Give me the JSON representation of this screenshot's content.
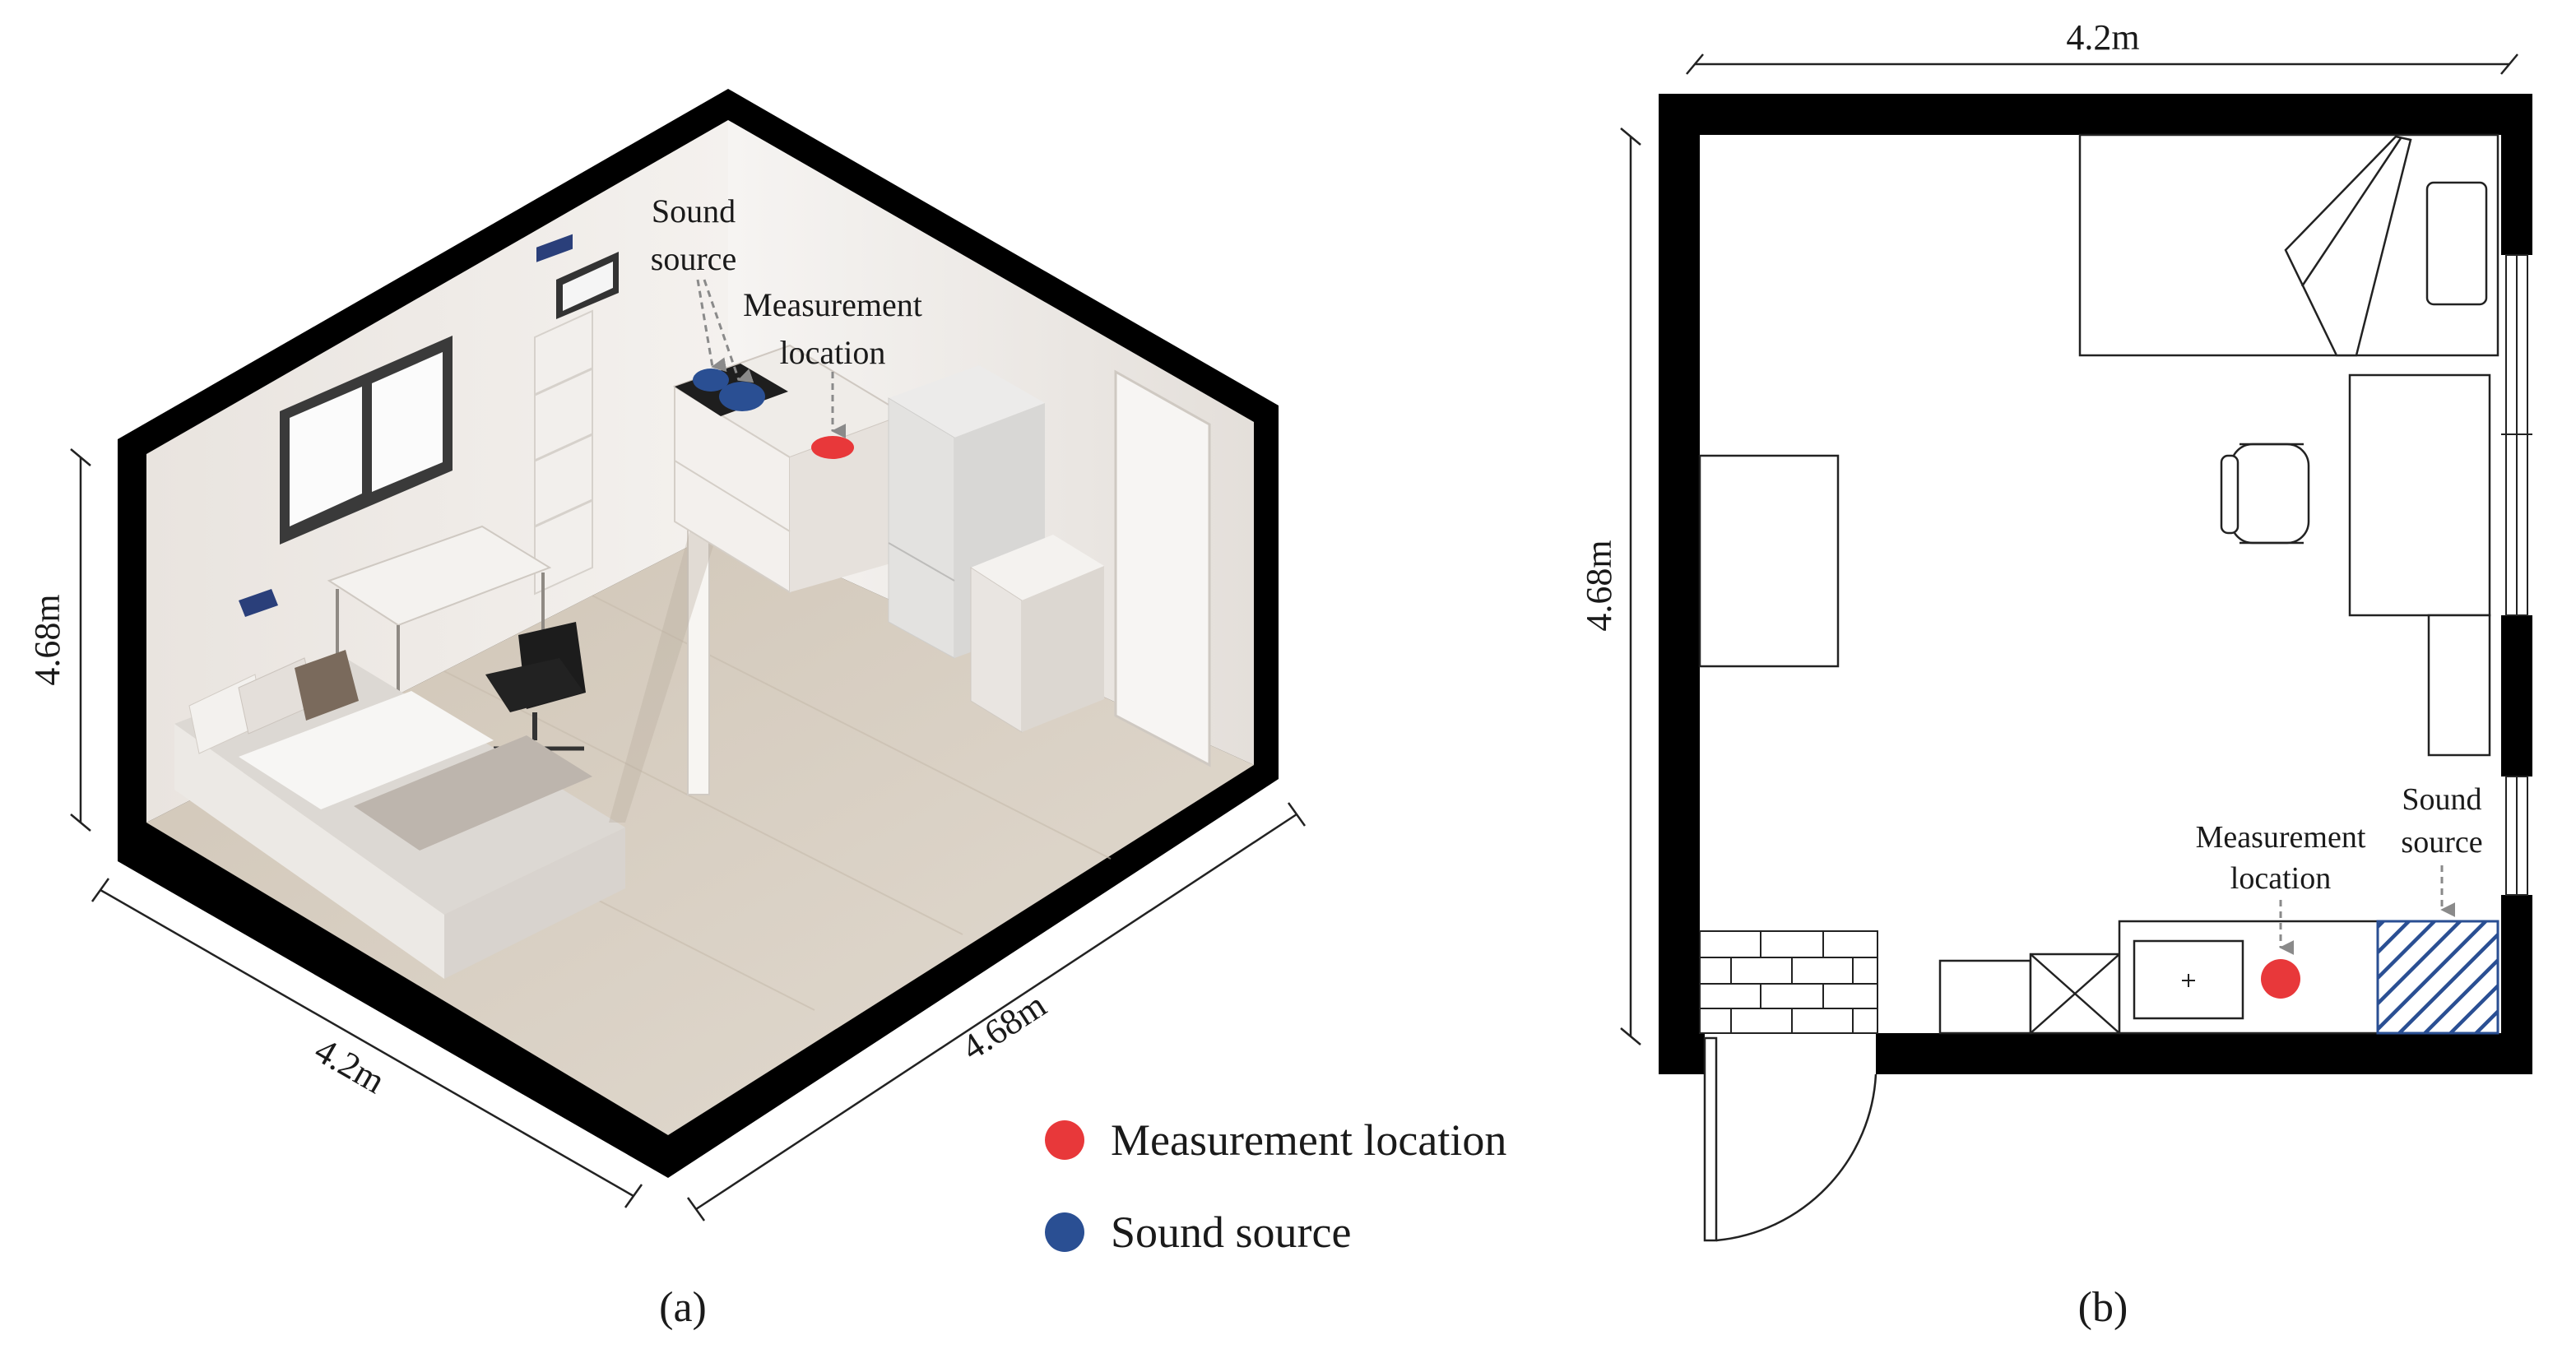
{
  "panel_a": {
    "caption": "(a)",
    "dim_height": "4.68m",
    "dim_width": "4.2m",
    "dim_depth": "4.68m",
    "sound_source_label": [
      "Sound",
      "source"
    ],
    "measurement_label": [
      "Measurement",
      "location"
    ]
  },
  "panel_b": {
    "caption": "(b)",
    "dim_width": "4.2m",
    "dim_height": "4.68m",
    "sound_source_label": [
      "Sound",
      "source"
    ],
    "measurement_label": [
      "Measurement",
      "location"
    ]
  },
  "legend": {
    "items": [
      {
        "label": "Measurement location",
        "color": "#e8383a"
      },
      {
        "label": "Sound source",
        "color": "#2a4f93"
      }
    ]
  },
  "colors": {
    "measurement": "#e8383a",
    "sound_source": "#2a4f93",
    "wall": "#000000",
    "floor": "#d9d0c4",
    "wall_inner": "#efebe7"
  }
}
